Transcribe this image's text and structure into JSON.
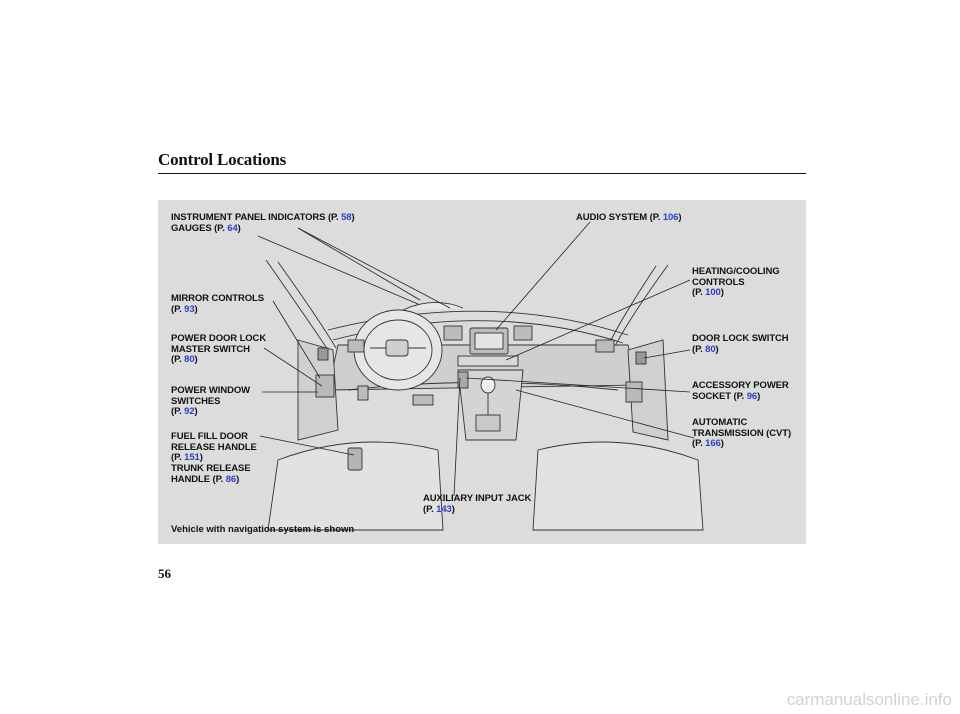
{
  "page": {
    "title": "Control Locations",
    "page_number": "56",
    "caption": "Vehicle with navigation system is shown",
    "watermark": "carmanualsonline.info"
  },
  "labels": {
    "instrument": {
      "line1": "INSTRUMENT PANEL INDICATORS (P. ",
      "page1": "58",
      "line2": "GAUGES (P. ",
      "page2": "64"
    },
    "audio": {
      "line1": "AUDIO SYSTEM (P. ",
      "page": "106"
    },
    "heating": {
      "line1": "HEATING/COOLING",
      "line2": "CONTROLS",
      "line3": "(P. ",
      "page": "100"
    },
    "mirror": {
      "line1": "MIRROR CONTROLS",
      "line2": "(P. ",
      "page": "93"
    },
    "powerlock": {
      "line1": "POWER DOOR LOCK",
      "line2": "MASTER SWITCH",
      "line3": "(P. ",
      "page": "80"
    },
    "doorlock": {
      "line1": "DOOR LOCK SWITCH",
      "line2": "(P. ",
      "page": "80"
    },
    "window": {
      "line1": "POWER WINDOW",
      "line2": "SWITCHES",
      "line3": "(P. ",
      "page": "92"
    },
    "accessory": {
      "line1": "ACCESSORY POWER",
      "line2": "SOCKET (P. ",
      "page": "96"
    },
    "fuel": {
      "line1": "FUEL FILL DOOR",
      "line2": "RELEASE HANDLE",
      "line3": "(P. ",
      "page": "151"
    },
    "trans": {
      "line1": "AUTOMATIC",
      "line2": "TRANSMISSION (CVT)",
      "line3": "(P. ",
      "page": "166"
    },
    "trunk": {
      "line1": "TRUNK RELEASE",
      "line2": "HANDLE (P. ",
      "page": "86"
    },
    "aux": {
      "line1": "AUXILIARY INPUT JACK",
      "line2": "(P. ",
      "page": "143"
    }
  }
}
